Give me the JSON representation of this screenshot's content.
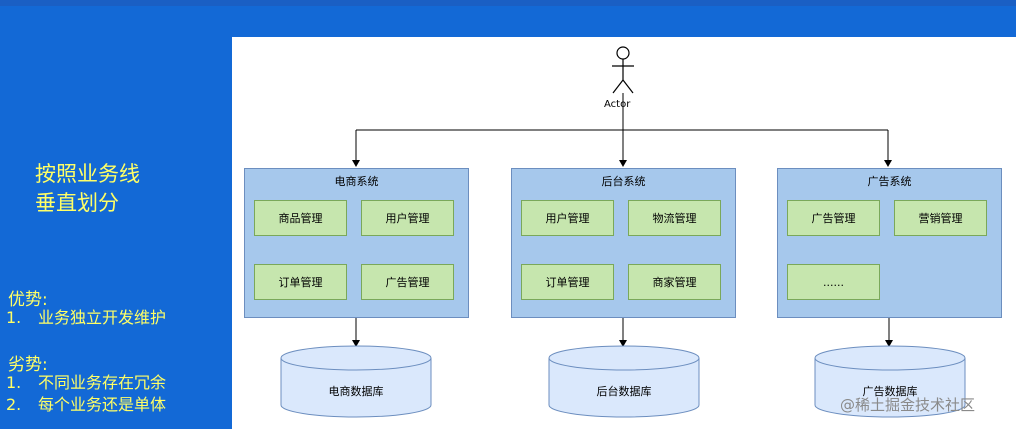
{
  "left_panel": {
    "title_line1": "按照业务线",
    "title_line2": "垂直划分",
    "pros_heading": "优势:",
    "pros": [
      {
        "num": "1.",
        "text": "业务独立开发维护"
      }
    ],
    "cons_heading": "劣势:",
    "cons": [
      {
        "num": "1.",
        "text": "不同业务存在冗余"
      },
      {
        "num": "2.",
        "text": "每个业务还是单体"
      }
    ]
  },
  "diagram": {
    "actor_label": "Actor",
    "systems": [
      {
        "title": "电商系统",
        "modules": [
          "商品管理",
          "用户管理",
          "订单管理",
          "广告管理"
        ],
        "database": "电商数据库"
      },
      {
        "title": "后台系统",
        "modules": [
          "用户管理",
          "物流管理",
          "订单管理",
          "商家管理"
        ],
        "database": "后台数据库"
      },
      {
        "title": "广告系统",
        "modules": [
          "广告管理",
          "营销管理",
          "......"
        ],
        "database": "广告数据库"
      }
    ]
  },
  "watermark": "@稀土掘金技术社区",
  "colors": {
    "background": "#1369d6",
    "text_highlight": "#ffff66",
    "system_fill": "#a6c8ec",
    "module_fill": "#c6e6ae"
  }
}
